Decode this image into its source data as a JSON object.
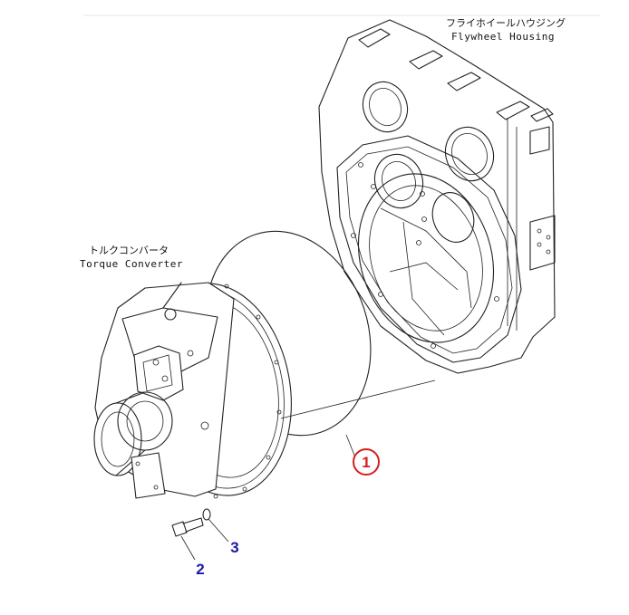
{
  "labels": {
    "flywheel_housing_jp": "フライホイールハウジング",
    "flywheel_housing_en": "Flywheel Housing",
    "torque_converter_jp": "トルクコンバータ",
    "torque_converter_en": "Torque Converter"
  },
  "callouts": [
    {
      "number": "1",
      "circled": true,
      "color": "#d42020"
    },
    {
      "number": "2",
      "circled": false,
      "color": "#1a1aa6"
    },
    {
      "number": "3",
      "circled": false,
      "color": "#1a1aa6"
    }
  ]
}
